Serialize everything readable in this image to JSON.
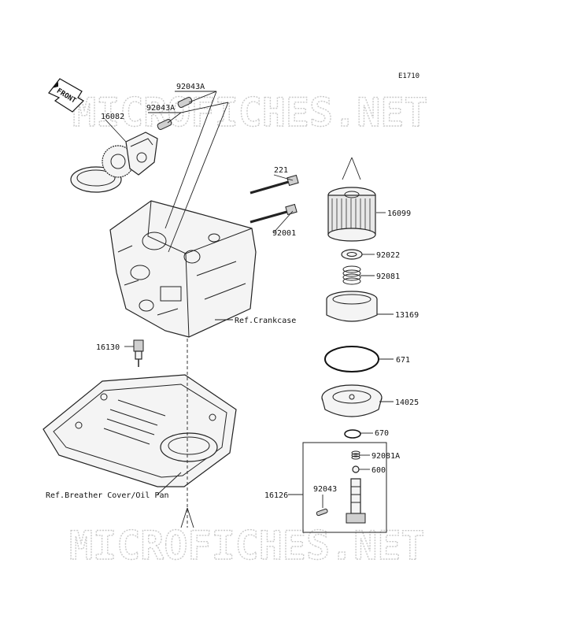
{
  "diagram": {
    "code": "E1710",
    "front_label": "FRONT",
    "watermark": "MICROFICHES.NET",
    "callouts": {
      "p92043A_top": "92043A",
      "p92043A_mid": "92043A",
      "p16082": "16082",
      "p221": "221",
      "p92001": "92001",
      "p16099": "16099",
      "p92022": "92022",
      "p92081": "92081",
      "p13169": "13169",
      "p671": "671",
      "p14025": "14025",
      "p670": "670",
      "p92081A": "92081A",
      "p600": "600",
      "p92043": "92043",
      "p16126": "16126",
      "p16130": "16130"
    },
    "references": {
      "crankcase": "Ref.Crankcase",
      "oil_pan": "Ref.Breather Cover/Oil Pan"
    }
  }
}
